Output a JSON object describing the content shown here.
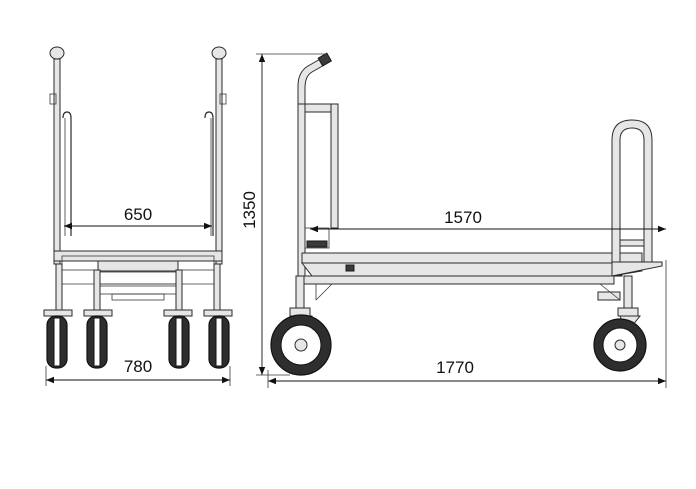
{
  "dimensions": {
    "inner_width": "650",
    "overall_width": "780",
    "height": "1350",
    "platform_length": "1570",
    "overall_length": "1770"
  }
}
